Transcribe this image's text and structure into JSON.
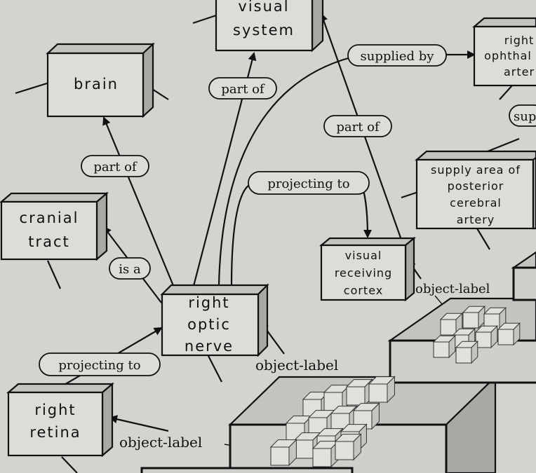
{
  "nodes": {
    "visual_system": "visual system",
    "brain": "brain",
    "right_ophthalmic_artery": "right ophthal arter",
    "cranial_tract": "cranial tract",
    "supply_area": [
      "supply area of",
      "posterior",
      "cerebral",
      "artery"
    ],
    "visual_receiving_cortex": [
      "visual",
      "receiving",
      "cortex"
    ],
    "right_optic_nerve": [
      "right",
      "optic",
      "nerve"
    ],
    "right_retina": [
      "right",
      "retina"
    ],
    "sup_partial": "sup"
  },
  "edge_labels": {
    "part_of_1": "part of",
    "part_of_2": "part of",
    "part_of_3": "part of",
    "supplied_by": "supplied by",
    "projecting_to_1": "projecting to",
    "projecting_to_2": "projecting to",
    "is_a": "is a",
    "object_label_1": "object-label",
    "object_label_2": "object-label",
    "object_label_3": "object-label"
  },
  "colors": {
    "background": "#d3d4cf",
    "ink": "#111111"
  }
}
